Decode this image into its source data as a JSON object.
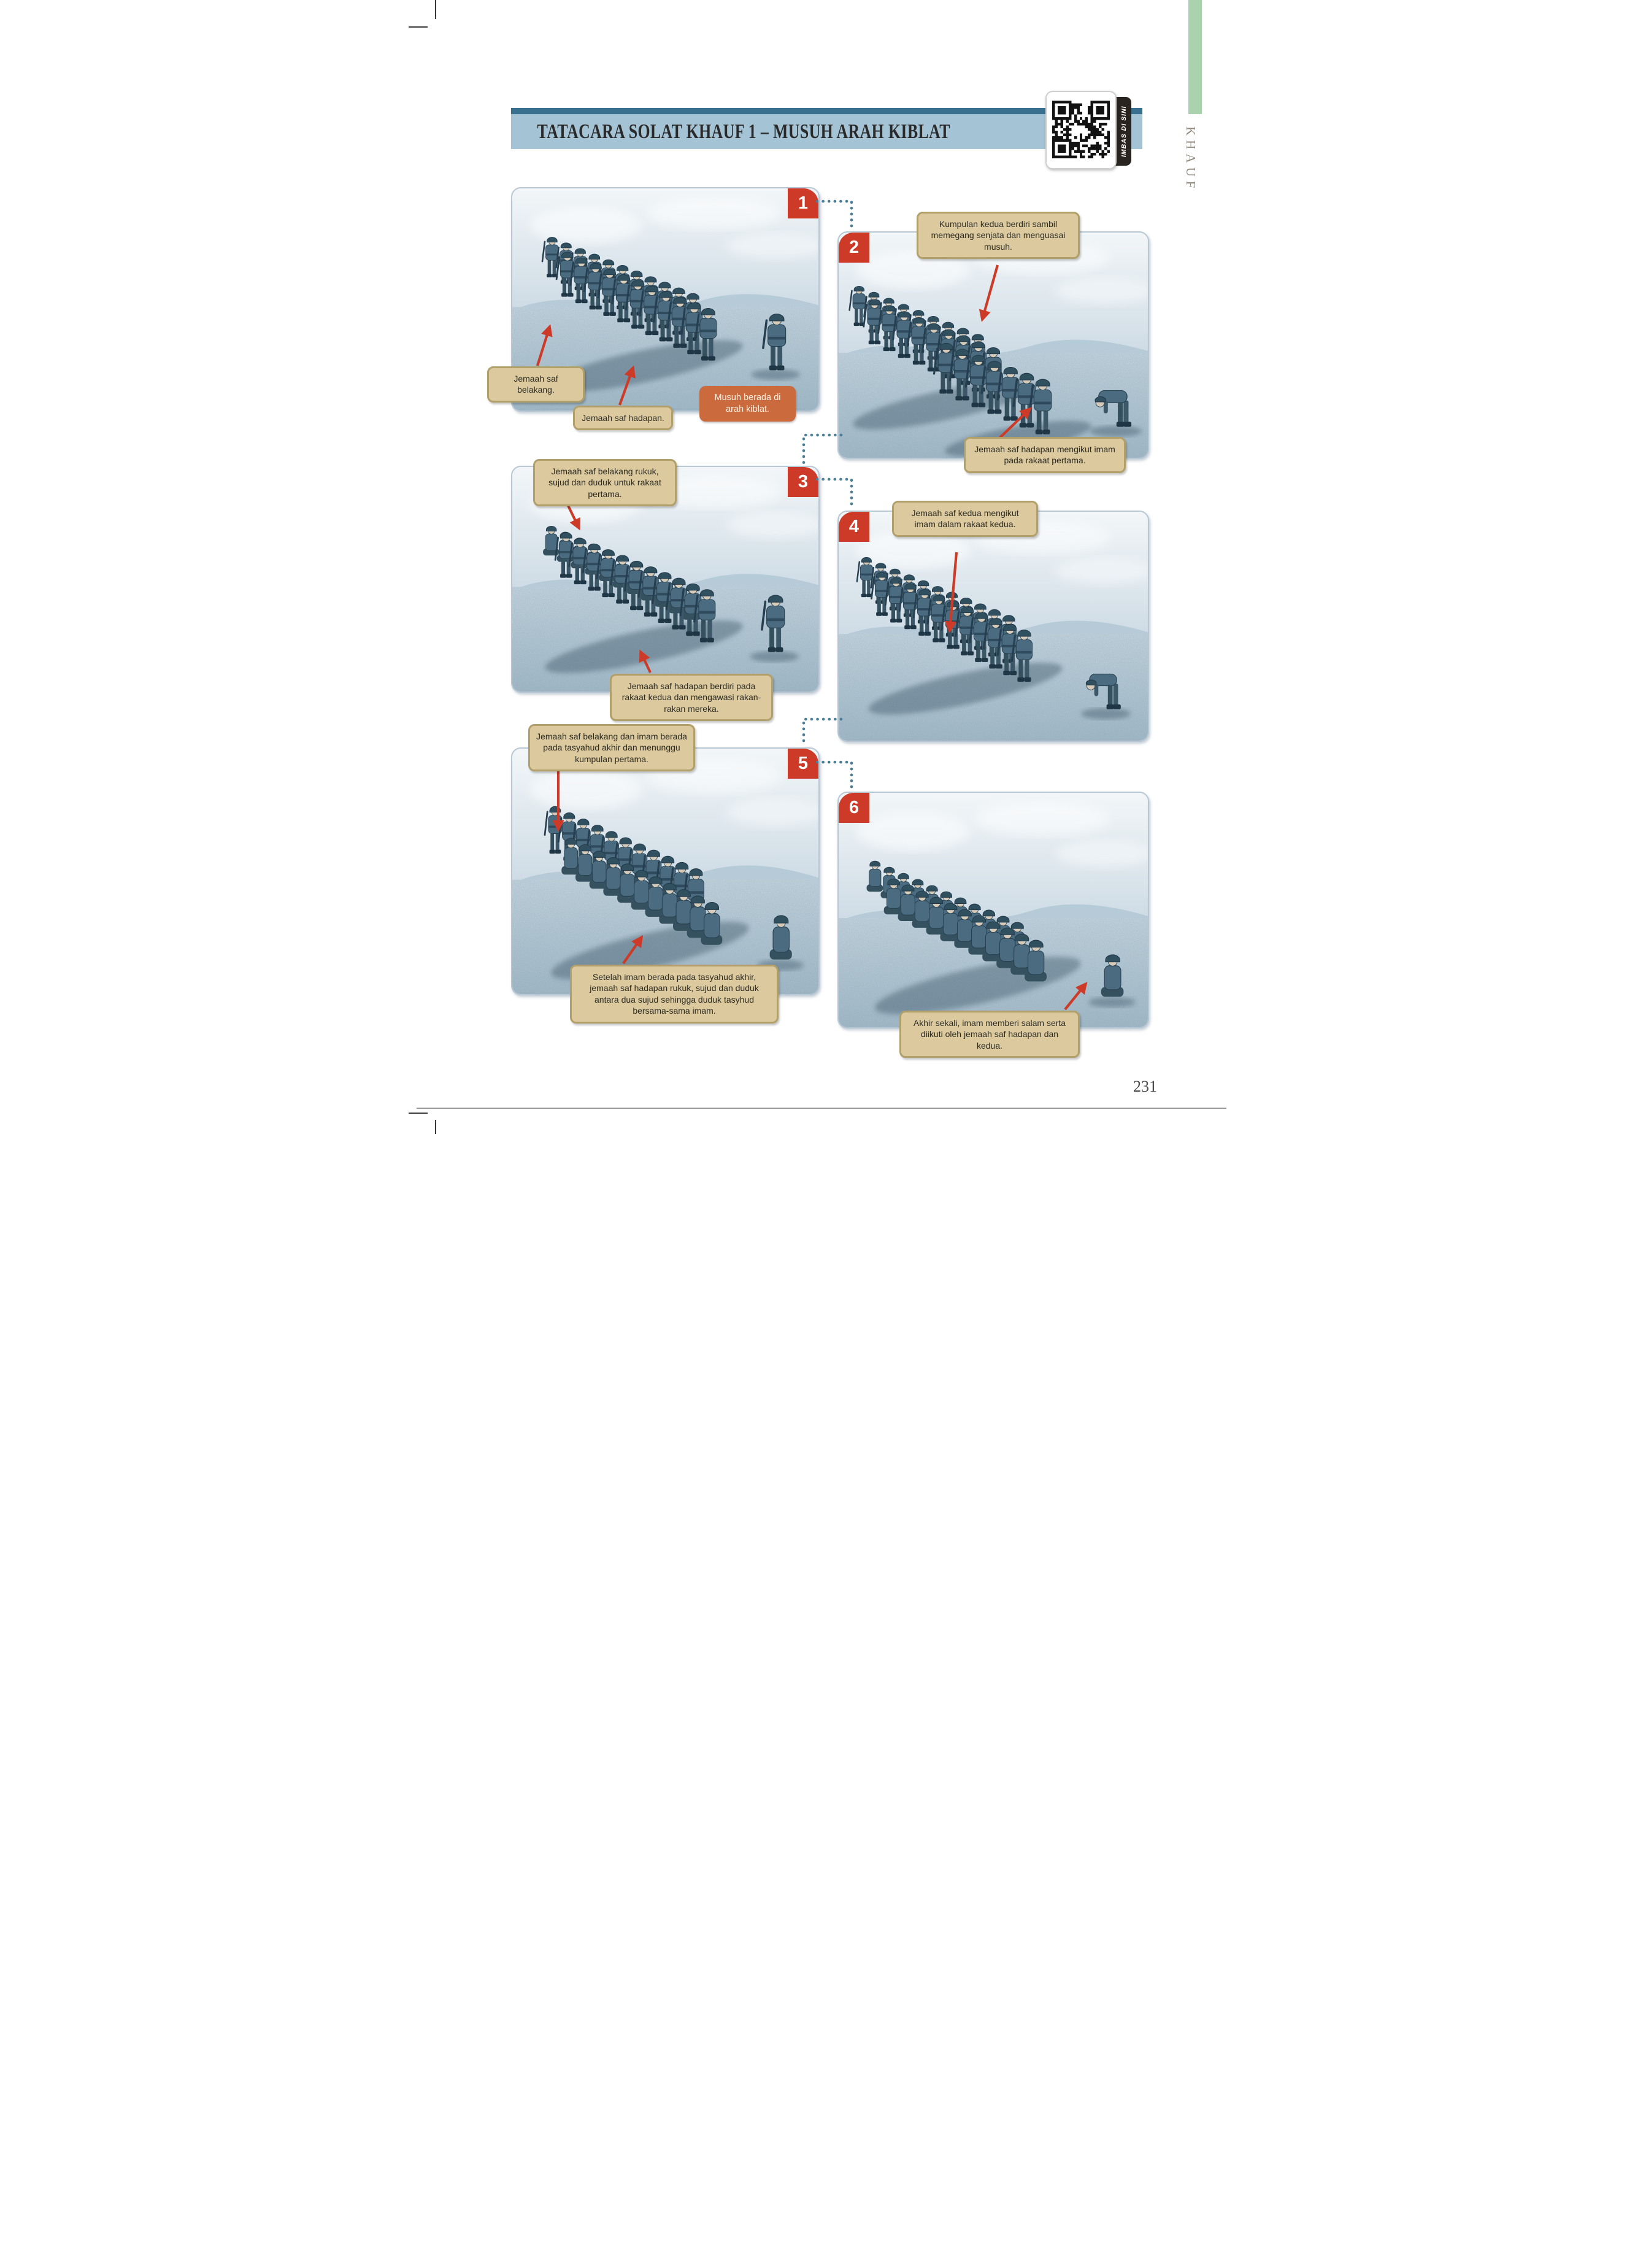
{
  "header": {
    "title": "TATACARA SOLAT KHAUF 1 – MUSUH ARAH KIBLAT",
    "qr_tab_label": "IMBAS DI SINI",
    "side_tab_label": "KHAUF"
  },
  "footer": {
    "page_number": "231"
  },
  "panels": [
    {
      "number": "1",
      "scene": "two rows of soldiers standing with imam standing at front right",
      "callouts": [
        {
          "text": "Jemaah saf belakang."
        },
        {
          "text": "Jemaah saf hadapan."
        },
        {
          "text": "Musuh berada di arah kiblat."
        }
      ]
    },
    {
      "number": "2",
      "scene": "second group standing holding weapons while imam bows at right",
      "callouts": [
        {
          "text": "Kumpulan kedua berdiri sambil memegang senjata dan menguasai musuh."
        },
        {
          "text": "Jemaah saf hadapan mengikut imam pada rakaat pertama."
        }
      ]
    },
    {
      "number": "3",
      "scene": "back row bowing and sitting for first rakaat while front row stands",
      "callouts": [
        {
          "text": "Jemaah saf belakang rukuk, sujud dan duduk untuk rakaat pertama."
        },
        {
          "text": "Jemaah saf hadapan berdiri pada rakaat kedua dan mengawasi rakan-rakan mereka."
        }
      ]
    },
    {
      "number": "4",
      "scene": "second row follows imam in second rakaat, imam bowing at right",
      "callouts": [
        {
          "text": "Jemaah saf kedua mengikut imam dalam rakaat kedua."
        }
      ]
    },
    {
      "number": "5",
      "scene": "back row and imam in final tasyahud waiting for first group",
      "callouts": [
        {
          "text": "Jemaah saf belakang dan imam berada pada tasyahud akhir dan menunggu kumpulan pertama."
        },
        {
          "text": "Setelah imam berada pada tasyahud akhir, jemaah saf hadapan rukuk, sujud dan duduk antara dua sujud sehingga duduk tasyhud bersama-sama imam."
        }
      ]
    },
    {
      "number": "6",
      "scene": "imam gives salam followed by front and second rows, all seated",
      "callouts": [
        {
          "text": "Akhir sekali, imam memberi salam serta diikuti oleh jemaah saf hadapan dan kedua."
        }
      ]
    }
  ],
  "colors": {
    "badge_red": "#cd3b28",
    "arrow_red": "#cd3b28",
    "callout_tan": "#dcca9e",
    "callout_tan_border": "#b2a06a",
    "callout_orange": "#cb6a3d",
    "title_band_blue": "#a4c3d5",
    "title_band_stripe": "#39708f",
    "dotted_connector_teal": "#4a7d96",
    "side_tab_green": "#aad2ae"
  }
}
